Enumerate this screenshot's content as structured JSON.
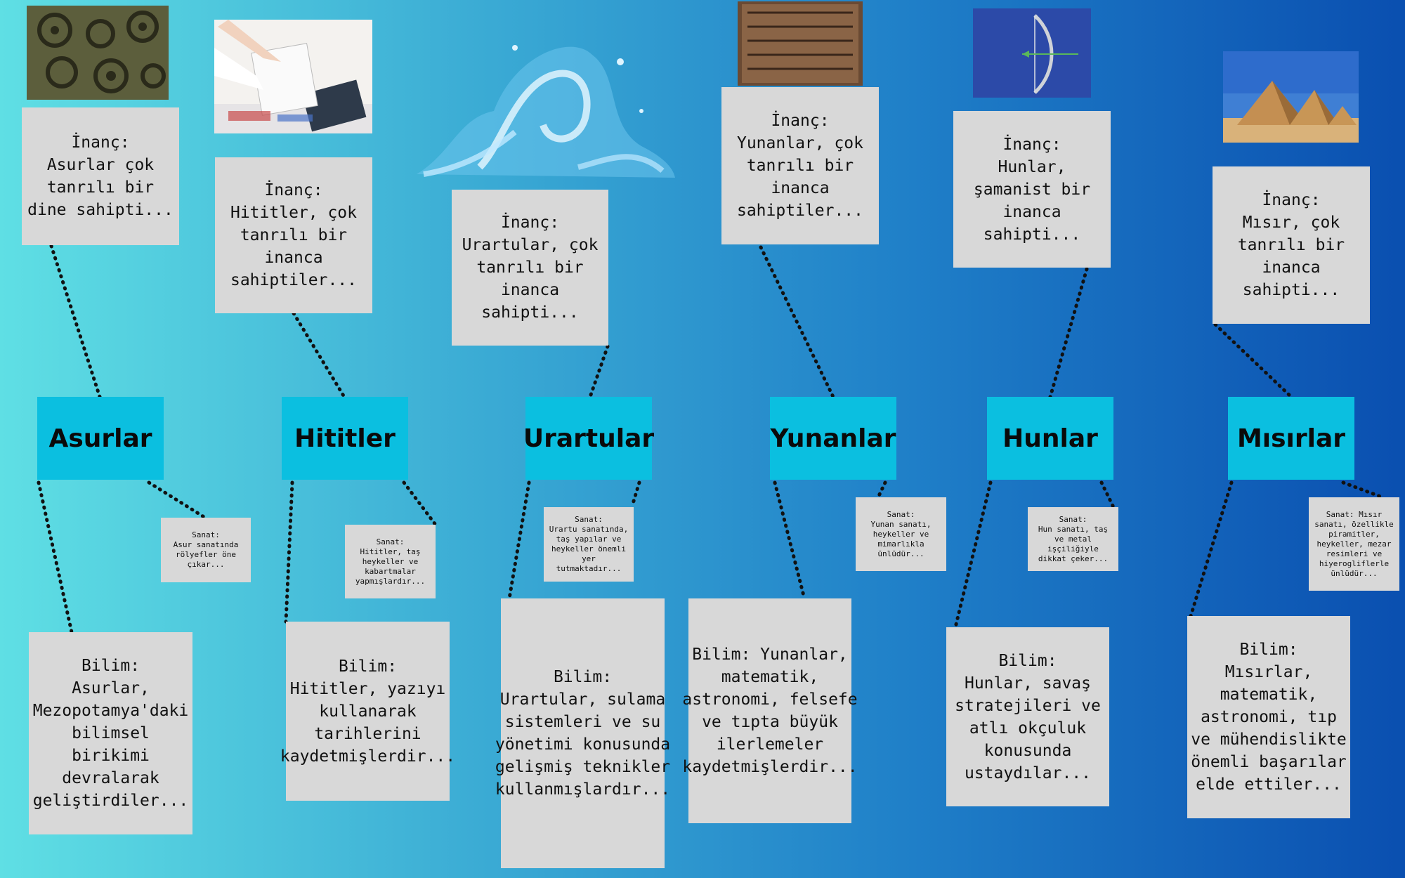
{
  "civilizations": [
    {
      "name": "Asurlar",
      "inanc": "İnanç:\nAsurlar çok tanrılı bir dine sahipti...",
      "bilim": "Bilim:\nAsurlar, Mezopotamya'daki bilimsel birikimi devralarak geliştirdiler...",
      "sanat": "Sanat:\nAsur sanatında rölyefler öne çıkar...",
      "image_icon": "carved-relief-stone-image"
    },
    {
      "name": "Hititler",
      "inanc": "İnanç:\nHititler, çok tanrılı bir inanca sahiptiler...",
      "bilim": "Bilim:\nHititler, yazıyı kullanarak tarihlerini kaydetmişlerdir...",
      "sanat": "Sanat:\nHititler, taş heykeller ve kabartmalar yapmışlardır...",
      "image_icon": "writing-document-image"
    },
    {
      "name": "Urartular",
      "inanc": "İnanç:\nUrartular, çok tanrılı bir inanca sahipti...",
      "bilim": "Bilim:\nUrartular, sulama sistemleri ve su yönetimi konusunda gelişmiş teknikler kullanmışlardır...",
      "sanat": "Sanat:\nUrartu sanatında, taş yapılar ve heykeller önemli yer tutmaktadır...",
      "image_icon": "water-splash-image"
    },
    {
      "name": "Yunanlar",
      "inanc": "İnanç:\nYunanlar, çok tanrılı bir inanca sahiptiler...",
      "bilim": "Bilim: Yunanlar, matematik, astronomi, felsefe ve tıpta büyük ilerlemeler kaydetmişlerdir...",
      "sanat": "Sanat:\nYunan sanatı, heykeller ve mimarlıkla ünlüdür...",
      "image_icon": "greek-inscription-tablet-image"
    },
    {
      "name": "Hunlar",
      "inanc": "İnanç:\nHunlar, şamanist bir inanca sahipti...",
      "bilim": "Bilim:\nHunlar, savaş stratejileri ve atlı okçuluk konusunda ustaydılar...",
      "sanat": "Sanat:\nHun sanatı, taş ve metal işçiliğiyle dikkat çeker...",
      "image_icon": "bow-and-arrow-image"
    },
    {
      "name": "Mısırlar",
      "inanc": "İnanç:\nMısır, çok tanrılı bir inanca sahipti...",
      "bilim": "Bilim:\nMısırlar, matematik, astronomi, tıp ve mühendislikte önemli başarılar elde ettiler...",
      "sanat": "Sanat: Mısır sanatı, özellikle piramitler, heykeller, mezar resimleri ve hiyerogliflerle ünlüdür...",
      "image_icon": "pyramids-image"
    }
  ],
  "colors": {
    "title_box": "#0bbfe0",
    "note_box": "#d8d8d8",
    "background_start": "#5fdfe4",
    "background_end": "#0a4fb0"
  }
}
